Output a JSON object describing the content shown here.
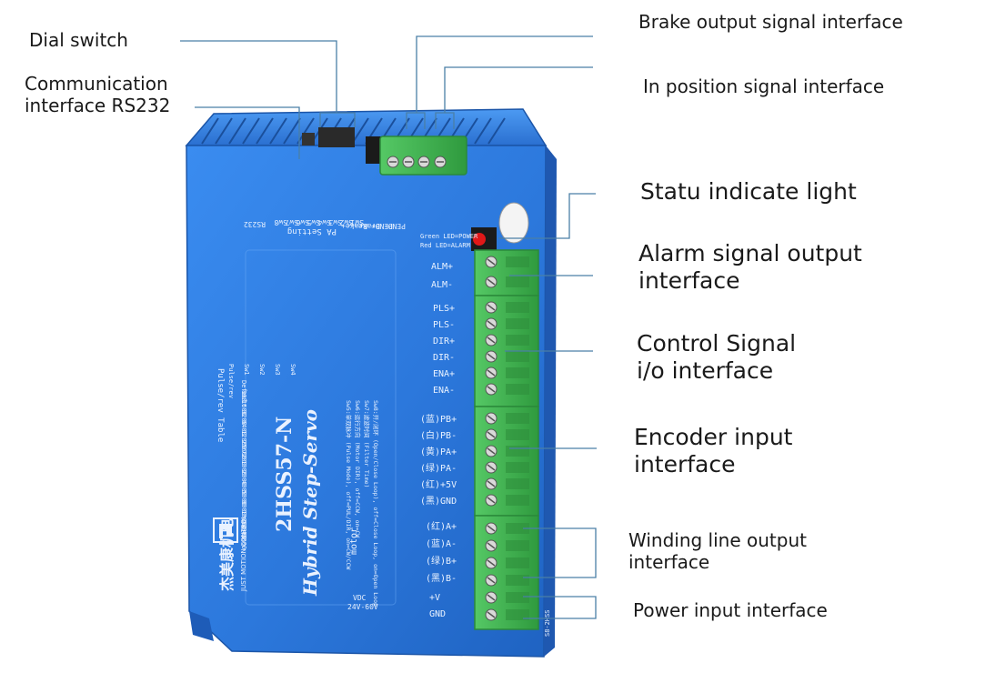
{
  "labels": {
    "dial_switch": "Dial switch",
    "comm_1": "Communication",
    "comm_2": "interface RS232",
    "brake": "Brake output signal interface",
    "in_position": "In position signal interface",
    "status": "Statu indicate light",
    "alarm_1": "Alarm signal output",
    "alarm_2": "interface",
    "control_1": "Control Signal",
    "control_2": "i/o interface",
    "encoder_1": "Encoder input",
    "encoder_2": "interface",
    "winding_1": "Winding line output",
    "winding_2": "interface",
    "power": "Power input interface"
  },
  "device": {
    "model": "2HSS57-N",
    "subtitle": "Hybrid Step-Servo",
    "brand_cn": "杰美康机电",
    "brand_en": "JUST MOTION CONTROL",
    "pa_setting": "PA Setting",
    "rs232": "RS232",
    "sw_labels": [
      "Sw8",
      "Sw7",
      "Sw6",
      "Sw5",
      "Sw4",
      "Sw3",
      "Sw2",
      "Sw1"
    ],
    "top_terms": [
      "Brake+",
      "Brake-",
      "PEND+",
      "PEND-"
    ],
    "led_green": "Green LED=POWER",
    "led_red": "Red LED=ALARM",
    "alarm_terms": [
      "ALM+",
      "ALM-"
    ],
    "control_terms": [
      "PLS+",
      "PLS-",
      "DIR+",
      "DIR-",
      "ENA+",
      "ENA-"
    ],
    "encoder_terms": [
      "(蓝)PB+",
      "(白)PB-",
      "(黄)PA+",
      "(绿)PA-",
      "(红)+5V",
      "(黑)GND"
    ],
    "motor_terms": [
      "(红)A+",
      "(蓝)A-",
      "(绿)B+",
      "(黑)B-"
    ],
    "motor_label": "motor",
    "power_terms": [
      "+V",
      "GND"
    ],
    "vdc_1": "VDC",
    "vdc_2": "24V-60V",
    "pulse_table_title": "Pulse/rev Table",
    "pulse_headers": [
      "Pulse/rev",
      "Sw1",
      "Sw2",
      "Sw3",
      "Sw4"
    ],
    "pulse_values": [
      "Default",
      "800",
      "1600",
      "3200",
      "6400",
      "12800",
      "25600",
      "7200",
      "1000",
      "2000",
      "4000",
      "5000",
      "8000",
      "10000",
      "20000",
      "40000"
    ],
    "sw_notes": [
      "Sw5:单双脉冲 (Pulse Mode), off=PUL/DIR, on=CW/CCW",
      "Sw6:运行方向 (Motor DIR), off=CCW, on=CW",
      "Sw7:滤波时间 (Filter Time)",
      "Sw8:开/闭环 (Open/Close Loop), off=Close Loop, on=Open Loop"
    ],
    "side_sticker": "S8-2HSS"
  },
  "colors": {
    "body_blue": "#2f7fe0",
    "body_dark": "#1f5fb5",
    "terminal_green": "#3fb14e",
    "terminal_dark": "#2b8a3a",
    "line_blue": "#4a7fa6",
    "led_red": "#e01818"
  }
}
